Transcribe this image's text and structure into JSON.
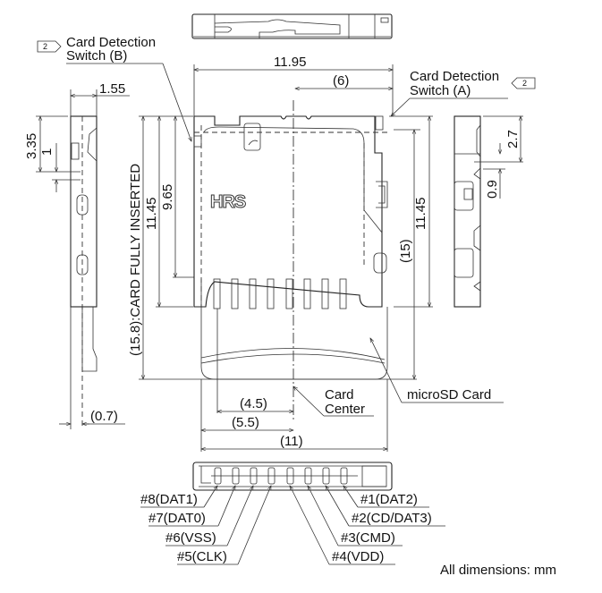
{
  "title": "microSD card connector dimension drawing",
  "labels": {
    "card_detection_b_line1": "Card Detection",
    "card_detection_b_line2": "Switch (B)",
    "card_detection_a_line1": "Card Detection",
    "card_detection_a_line2": "Switch (A)",
    "note_tag_b": "2",
    "note_tag_a": "2",
    "card_center_line1": "Card",
    "card_center_line2": "Center",
    "microsd_card": "microSD Card",
    "card_fully_inserted": "(15.8):CARD FULLY INSERTED",
    "logo": "HRS",
    "units_note": "All dimensions: mm"
  },
  "dimensions": {
    "overall_width": "11.95",
    "switch_a_offset": "(6)",
    "side_width": "1.55",
    "left_top_height": "3.35",
    "left_small": "1",
    "length_left": "11.45",
    "length_inner": "9.65",
    "right_length": "11.45",
    "right_total": "(15)",
    "right_top": "2.7",
    "right_small": "0.9",
    "thickness": "(0.7)",
    "pitch_to_center_1": "(4.5)",
    "pitch_to_center_2": "(5.5)",
    "card_width": "(11)"
  },
  "pins": [
    {
      "id": "pin-8",
      "label": "#8(DAT1)"
    },
    {
      "id": "pin-7",
      "label": "#7(DAT0)"
    },
    {
      "id": "pin-6",
      "label": "#6(VSS)"
    },
    {
      "id": "pin-5",
      "label": "#5(CLK)"
    },
    {
      "id": "pin-1",
      "label": "#1(DAT2)"
    },
    {
      "id": "pin-2",
      "label": "#2(CD/DAT3)"
    },
    {
      "id": "pin-3",
      "label": "#3(CMD)"
    },
    {
      "id": "pin-4",
      "label": "#4(VDD)"
    }
  ]
}
